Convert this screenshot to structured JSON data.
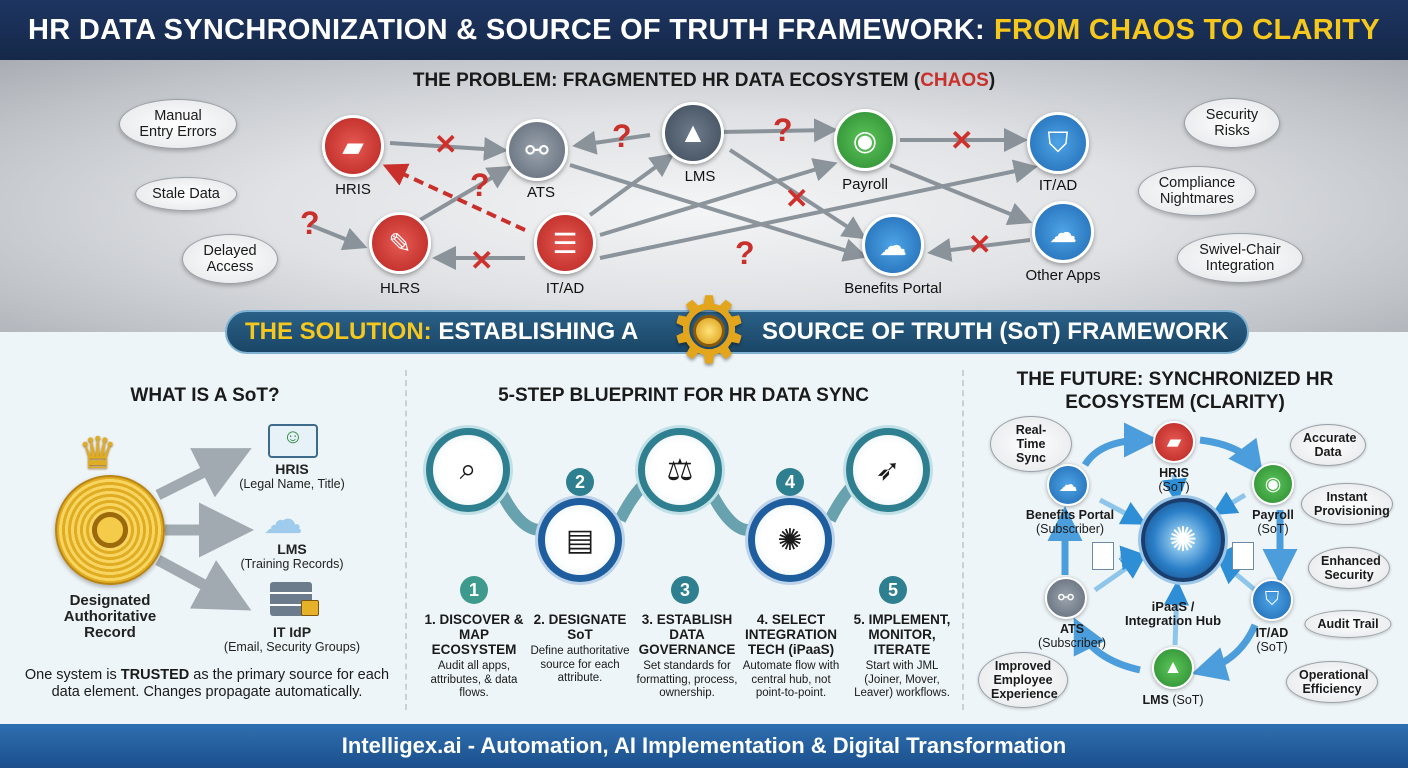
{
  "header": {
    "title": "HR DATA SYNCHRONIZATION & SOURCE OF TRUTH FRAMEWORK:",
    "title_highlight": "FROM CHAOS TO CLARITY"
  },
  "problem": {
    "title": "THE PROBLEM: FRAGMENTED HR DATA ECOSYSTEM (",
    "title_highlight": "CHAOS",
    "title_end": ")",
    "nodes": [
      "HRIS",
      "ATS",
      "LMS",
      "Payroll",
      "IT/AD",
      "HLRS",
      "IT/AD",
      "Benefits Portal",
      "Other Apps"
    ],
    "issues_left": [
      "Manual Entry Errors",
      "Stale Data",
      "Delayed Access"
    ],
    "issues_right": [
      "Security Risks",
      "Compliance Nightmares",
      "Swivel-Chair Integration"
    ],
    "broken_mark": "✕",
    "unknown_mark": "?"
  },
  "banner": {
    "left_highlight": "THE SOLUTION:",
    "left": "ESTABLISHING A",
    "right": "SOURCE OF TRUTH (SoT) FRAMEWORK"
  },
  "sot": {
    "title": "WHAT IS A SoT?",
    "record_label": "Designated Authoritative Record",
    "targets": [
      {
        "name": "HRIS",
        "detail": "(Legal Name, Title)"
      },
      {
        "name": "LMS",
        "detail": "(Training Records)"
      },
      {
        "name": "IT IdP",
        "detail": "(Email, Security Groups)"
      }
    ],
    "desc_pre": "One system is",
    "desc_bold": "TRUSTED",
    "desc_post": "as the primary source for each data element. Changes propagate automatically."
  },
  "blueprint": {
    "title": "5-STEP BLUEPRINT FOR HR DATA SYNC",
    "steps": [
      {
        "num": "1",
        "title": "1. DISCOVER & MAP ECOSYSTEM",
        "desc": "Audit all apps, attributes, & data flows."
      },
      {
        "num": "2",
        "title": "2. DESIGNATE SoT",
        "desc": "Define authoritative source for each attribute."
      },
      {
        "num": "3",
        "title": "3. ESTABLISH DATA GOVERNANCE",
        "desc": "Set standards for formatting, process, ownership."
      },
      {
        "num": "4",
        "title": "4. SELECT INTEGRATION TECH (iPaaS)",
        "desc": "Automate flow with central hub, not point-to-point."
      },
      {
        "num": "5",
        "title": "5. IMPLEMENT, MONITOR, ITERATE",
        "desc": "Start with JML (Joiner, Mover, Leaver) workflows."
      }
    ]
  },
  "future": {
    "title": "THE FUTURE: SYNCHRONIZED HR ECOSYSTEM (CLARITY)",
    "hub": "iPaaS / Integration Hub",
    "nodes": [
      {
        "name": "HRIS",
        "role": "(SoT)"
      },
      {
        "name": "Payroll",
        "role": "(SoT)"
      },
      {
        "name": "IT/AD",
        "role": "(SoT)"
      },
      {
        "name": "LMS",
        "role": "(SoT)"
      },
      {
        "name": "ATS",
        "role": "(Subscriber)"
      },
      {
        "name": "Benefits Portal",
        "role": "(Subscriber)"
      }
    ],
    "benefits": [
      "Real-Time Sync",
      "Accurate Data",
      "Instant Provisioning",
      "Enhanced Security",
      "Audit Trail",
      "Operational Efficiency",
      "Improved Employee Experience"
    ]
  },
  "footer": {
    "text": "Intelligex.ai - Automation, AI Implementation & Digital Transformation"
  },
  "colors": {
    "navy": "#1d3561",
    "yellow": "#f6c81e",
    "chaos_red": "#c9302c",
    "teal": "#2e7f8f",
    "blue": "#1f5e9e"
  }
}
